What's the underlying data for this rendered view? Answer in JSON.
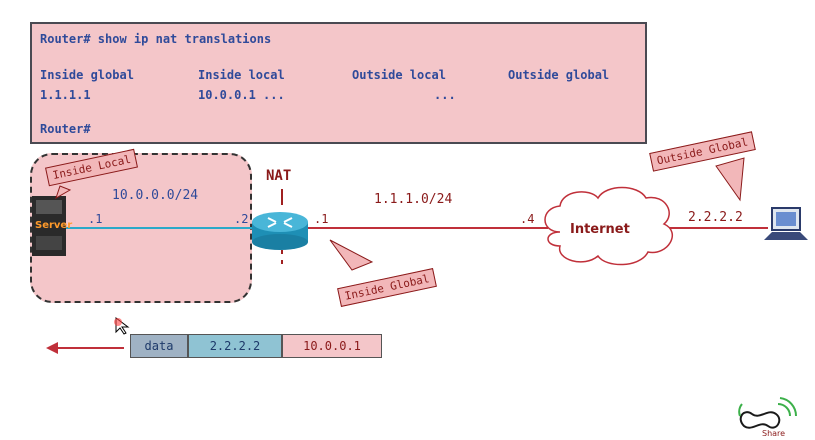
{
  "terminal": {
    "prompt_cmd": "Router# show ip nat translations",
    "headers": [
      "Inside global",
      "Inside local",
      "Outside local",
      "Outside global"
    ],
    "row": [
      "1.1.1.1",
      "10.0.0.1 ...",
      "...",
      ""
    ],
    "prompt_end": "Router#"
  },
  "lan": {
    "callout": "Inside Local",
    "subnet": "10.0.0.0/24",
    "server_ip": ".1",
    "router_lan_ip": ".2",
    "server_label": "Server"
  },
  "router": {
    "label": "NAT",
    "wan_ip": ".1"
  },
  "wan": {
    "subnet": "1.1.1.0/24",
    "internet_ip": ".4",
    "callout": "Inside Global"
  },
  "internet": {
    "label": "Internet"
  },
  "remote": {
    "ip": "2.2.2.2",
    "callout": "Outside Global"
  },
  "packet": {
    "data": "data",
    "dst": "2.2.2.2",
    "src": "10.0.0.1"
  },
  "logo": {
    "text": "Share"
  },
  "colors": {
    "pink": "#f4c6c9",
    "blue_text": "#2f4a9a",
    "red_line": "#c0303a",
    "cyan_line": "#2aa9c9"
  }
}
